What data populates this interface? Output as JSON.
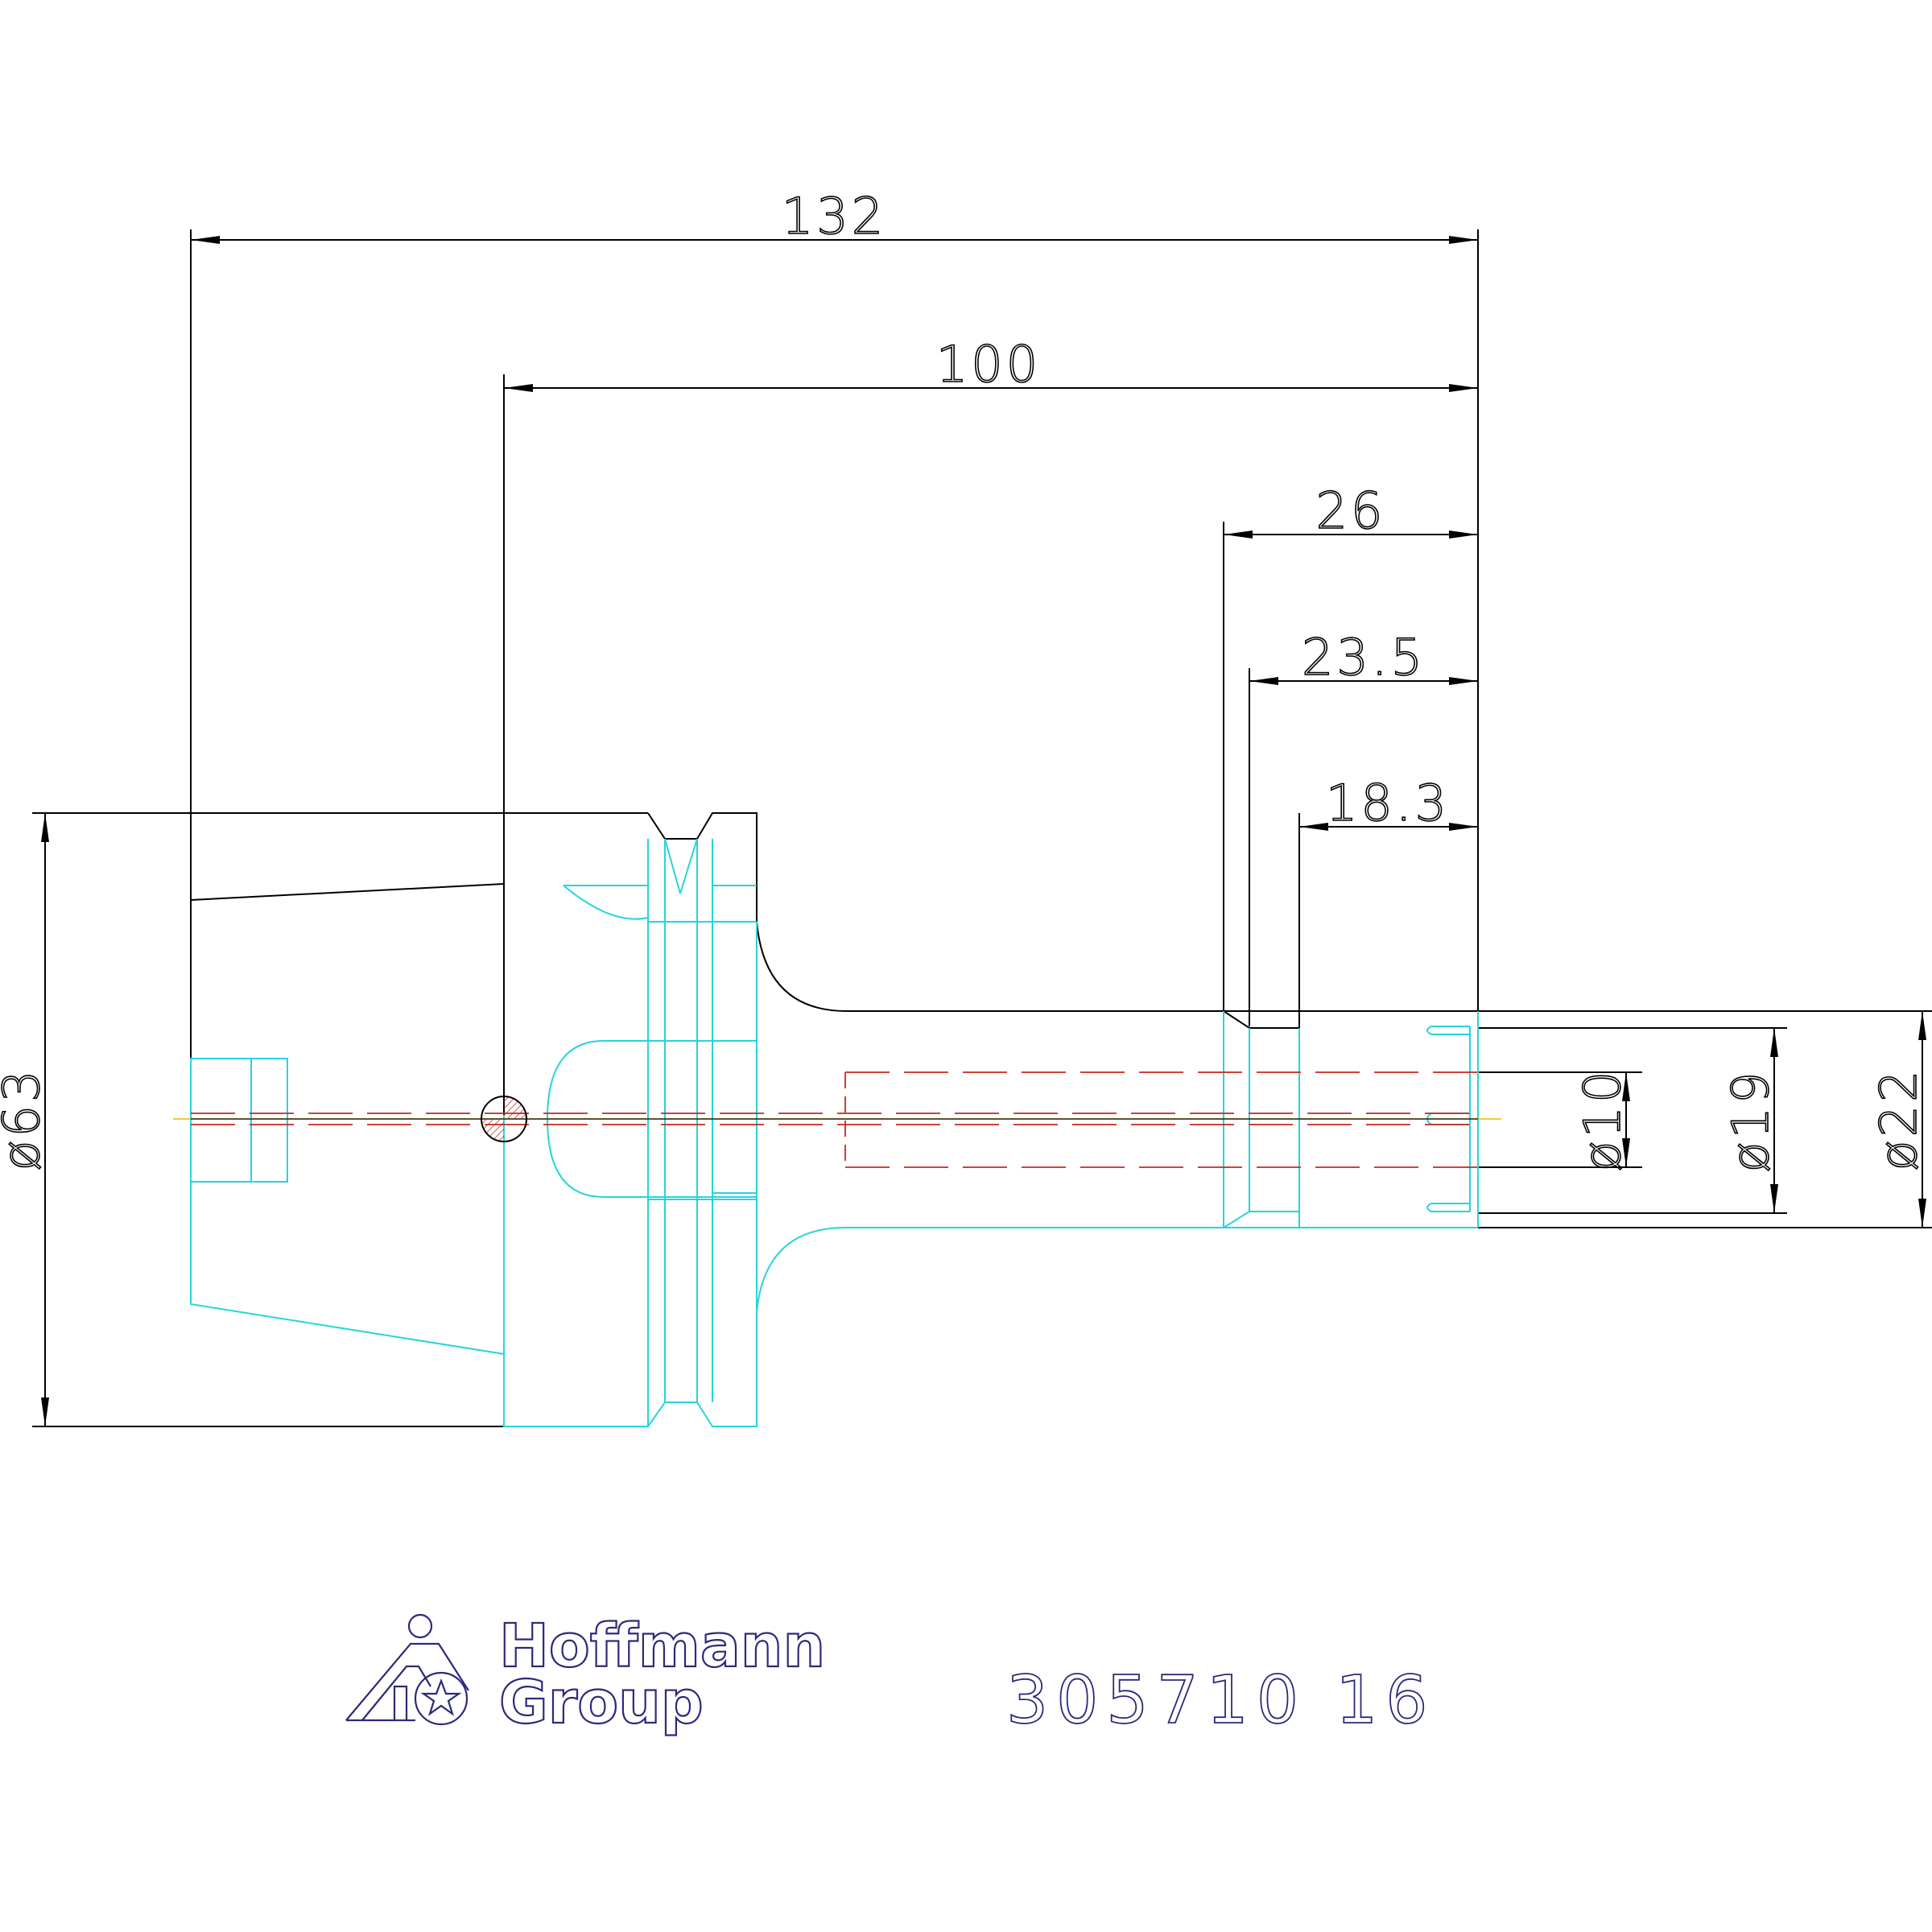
{
  "dimensions": {
    "overall_length": "132",
    "gauge_length": "100",
    "clamp_length": "26",
    "clamp_depth": "23.5",
    "min_insertion": "18.3",
    "flange_diameter": "ø63",
    "bore_diameter": "ø10",
    "inner_diameter": "ø19",
    "outer_diameter": "ø22"
  },
  "logo": {
    "line1": "Hoffmann",
    "line2": "Group"
  },
  "part_number": "305710 16",
  "colors": {
    "dimension": "#000000",
    "geometry": "#26d4dc",
    "centerline": "#c8281e",
    "brand": "#2b2a7a"
  }
}
